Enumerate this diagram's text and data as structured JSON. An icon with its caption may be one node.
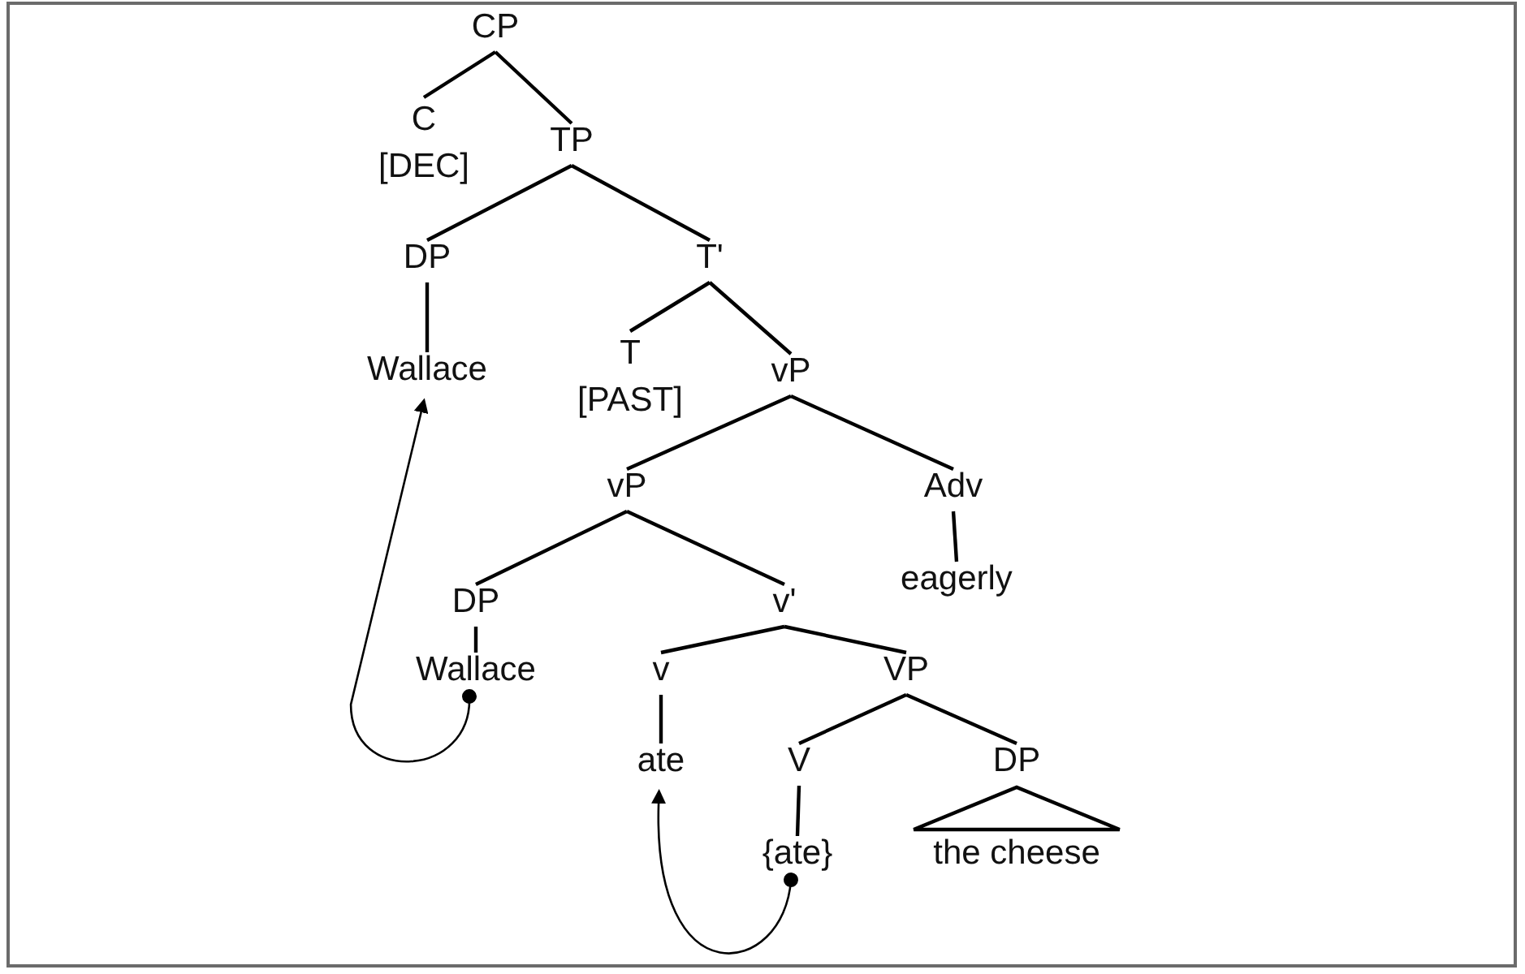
{
  "diagram": {
    "nodes": [
      {
        "text": [
          "CP"
        ]
      },
      {
        "text": [
          "C",
          "[DEC]"
        ]
      },
      {
        "text": [
          "TP"
        ]
      },
      {
        "text": [
          "DP"
        ]
      },
      {
        "text": [
          "T'"
        ]
      },
      {
        "text": [
          "Wallace"
        ]
      },
      {
        "text": [
          "T",
          "[PAST]"
        ]
      },
      {
        "text": [
          "vP"
        ]
      },
      {
        "text": [
          "vP"
        ]
      },
      {
        "text": [
          "Adv"
        ]
      },
      {
        "text": [
          "DP"
        ]
      },
      {
        "text": [
          "v'"
        ]
      },
      {
        "text": [
          "eagerly"
        ]
      },
      {
        "text": [
          "Wallace"
        ]
      },
      {
        "text": [
          "v"
        ]
      },
      {
        "text": [
          "VP"
        ]
      },
      {
        "text": [
          "ate"
        ]
      },
      {
        "text": [
          "V"
        ]
      },
      {
        "text": [
          "DP"
        ]
      },
      {
        "text": [
          "{ate}"
        ]
      },
      {
        "text": [
          "the cheese"
        ]
      }
    ],
    "edges": [
      {
        "from": 0,
        "to": 1,
        "arrow": "none"
      },
      {
        "from": 0,
        "to": 2,
        "arrow": "none"
      },
      {
        "from": 2,
        "to": 3,
        "arrow": "none"
      },
      {
        "from": 2,
        "to": 4,
        "arrow": "none"
      },
      {
        "from": 3,
        "to": 5,
        "arrow": "none"
      },
      {
        "from": 4,
        "to": 6,
        "arrow": "none"
      },
      {
        "from": 4,
        "to": 7,
        "arrow": "none"
      },
      {
        "from": 7,
        "to": 8,
        "arrow": "none"
      },
      {
        "from": 7,
        "to": 9,
        "arrow": "none"
      },
      {
        "from": 8,
        "to": 10,
        "arrow": "none"
      },
      {
        "from": 8,
        "to": 11,
        "arrow": "none"
      },
      {
        "from": 9,
        "to": 12,
        "arrow": "none"
      },
      {
        "from": 10,
        "to": 13,
        "arrow": "none"
      },
      {
        "from": 11,
        "to": 14,
        "arrow": "none"
      },
      {
        "from": 11,
        "to": 15,
        "arrow": "none"
      },
      {
        "from": 14,
        "to": 16,
        "arrow": "none"
      },
      {
        "from": 15,
        "to": 17,
        "arrow": "none"
      },
      {
        "from": 15,
        "to": 18,
        "arrow": "none"
      },
      {
        "from": 17,
        "to": 19,
        "arrow": "none"
      },
      {
        "from": 18,
        "to": 20,
        "arrow": "none"
      },
      {
        "from": 13,
        "to": 5,
        "arrow": "to"
      },
      {
        "from": 19,
        "to": 16,
        "arrow": "to"
      }
    ]
  }
}
